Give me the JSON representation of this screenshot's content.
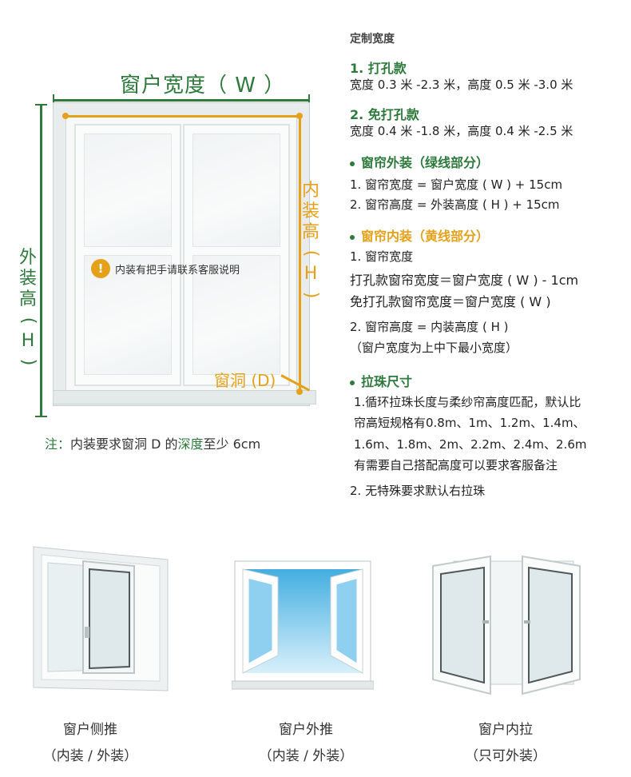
{
  "diagram": {
    "width_label": "窗户宽度（ W ）",
    "outer_height_chars": [
      "外",
      "装",
      "高",
      "(",
      "H",
      ")"
    ],
    "inner_height_chars": [
      "内",
      "装",
      "高",
      "(",
      "H",
      ")"
    ],
    "depth_label": "窗洞 (D)",
    "notice": "内装有把手请联系客服说明",
    "notice_icon": "!",
    "note_prefix": "注：",
    "note_text_a": "内装要求窗洞 D 的",
    "note_highlight": "深度",
    "note_text_b": "至少 6cm",
    "colors": {
      "green": "#2d7a3c",
      "yellow": "#e6a11b"
    }
  },
  "specs": {
    "title": "定制宽度",
    "type1_title": "1. 打孔款",
    "type1_text": "宽度 0.3 米 -2.3 米，高度 0.5 米 -3.0 米",
    "type2_title": "2. 免打孔款",
    "type2_text": "宽度 0.4 米 -1.8 米，高度 0.4 米 -2.5 米",
    "outer_title": "窗帘外装（绿线部分）",
    "outer_line1": "1. 窗帘宽度 = 窗户宽度 ( W ) + 15cm",
    "outer_line2": "2. 窗帘高度 = 外装高度 ( H ) + 15cm",
    "inner_title": "窗帘内装（黄线部分）",
    "inner_line1": "1. 窗帘宽度",
    "inner_line2": "打孔款窗帘宽度＝窗户宽度 ( W ) - 1cm",
    "inner_line3": "免打孔款窗帘宽度＝窗户宽度 ( W )",
    "inner_line4": "2. 窗帘高度 = 内装高度 ( H )",
    "inner_line5": "（窗户宽度为上中下最小宽度）",
    "bead_title": "拉珠尺寸",
    "bead_line1": "1.循环拉珠长度与柔纱帘高度匹配，默认比",
    "bead_line2": "帘高短规格有0.8m、1m、1.2m、1.4m、",
    "bead_line3": "1.6m、1.8m、2m、2.2m、2.4m、2.6m",
    "bead_line4": "有需要自己搭配高度可以要求客服备注",
    "bead_line5": "2. 无特殊要求默认右拉珠"
  },
  "windows": [
    {
      "name": "窗户侧推",
      "mount": "（内装 / 外装）"
    },
    {
      "name": "窗户外推",
      "mount": "（内装 / 外装）"
    },
    {
      "name": "窗户内拉",
      "mount": "（只可外装）"
    }
  ]
}
